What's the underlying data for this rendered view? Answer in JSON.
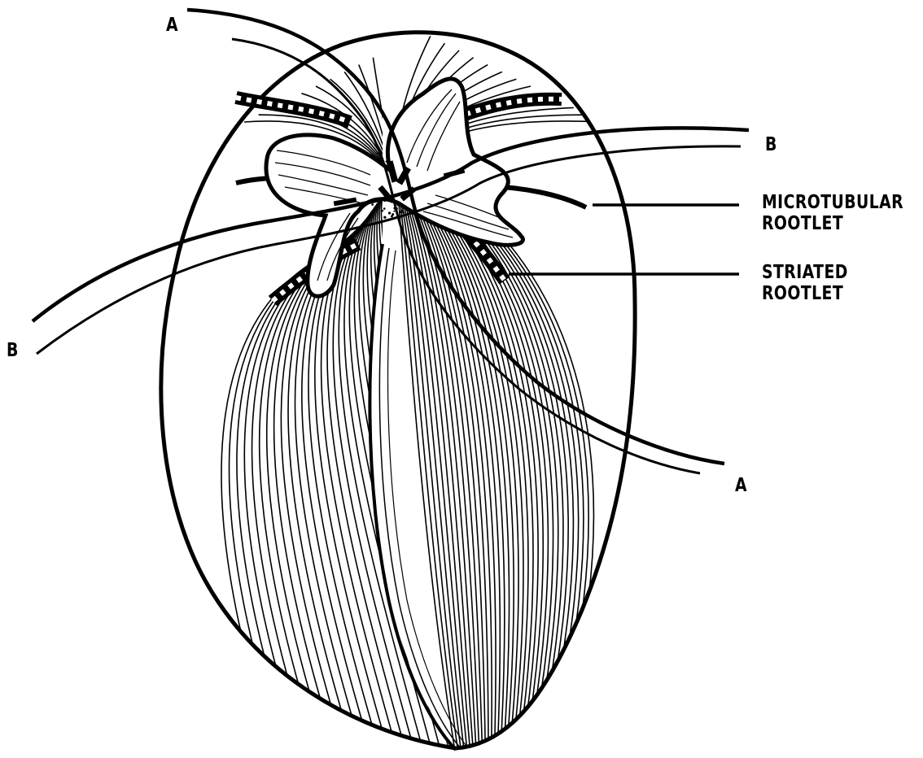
{
  "labels": {
    "a_top": "A",
    "a_bottom": "A",
    "b_right": "B",
    "b_left": "B",
    "microtubular": {
      "line1": "MICROTUBULAR",
      "line2": "ROOTLET"
    },
    "striated": {
      "line1": "STRIATED",
      "line2": "ROOTLET"
    }
  },
  "colors": {
    "ink": "#000000",
    "paper": "#ffffff"
  }
}
